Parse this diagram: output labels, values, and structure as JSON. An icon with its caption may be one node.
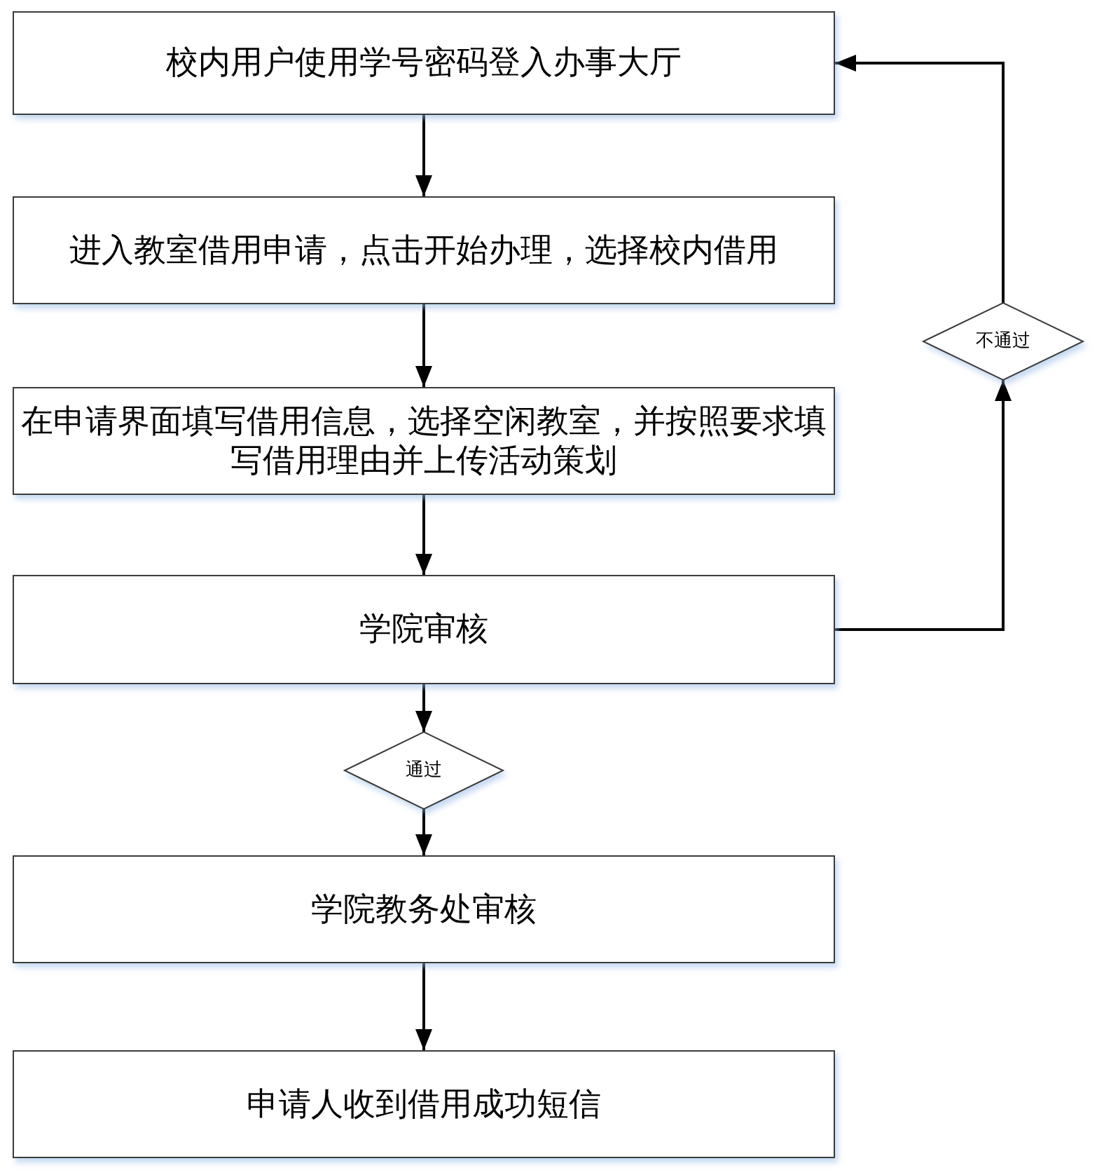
{
  "diagram": {
    "nodes": [
      {
        "text": [
          "校内用户使用学号密码登入办事大厅"
        ]
      },
      {
        "text": [
          "进入教室借用申请，点击开始办理，选择校内借用"
        ]
      },
      {
        "text": [
          "在申请界面填写借用信息，选择空闲教室，并按照要求填写借用理由并上传活动策划"
        ]
      },
      {
        "text": [
          "学院审核"
        ]
      },
      {
        "text": [
          "通过"
        ]
      },
      {
        "text": [
          "学院教务处审核"
        ]
      },
      {
        "text": [
          "申请人收到借用成功短信"
        ]
      },
      {
        "text": [
          "不通过"
        ]
      }
    ],
    "edges": [
      {
        "from": 0,
        "to": 1,
        "arrow": "to"
      },
      {
        "from": 1,
        "to": 2,
        "arrow": "to"
      },
      {
        "from": 2,
        "to": 3,
        "arrow": "to"
      },
      {
        "from": 3,
        "to": 4,
        "arrow": "to"
      },
      {
        "from": 4,
        "to": 5,
        "arrow": "to"
      },
      {
        "from": 5,
        "to": 6,
        "arrow": "to"
      },
      {
        "from": 3,
        "to": 7,
        "arrow": "to"
      },
      {
        "from": 7,
        "to": 0,
        "arrow": "to"
      }
    ]
  }
}
